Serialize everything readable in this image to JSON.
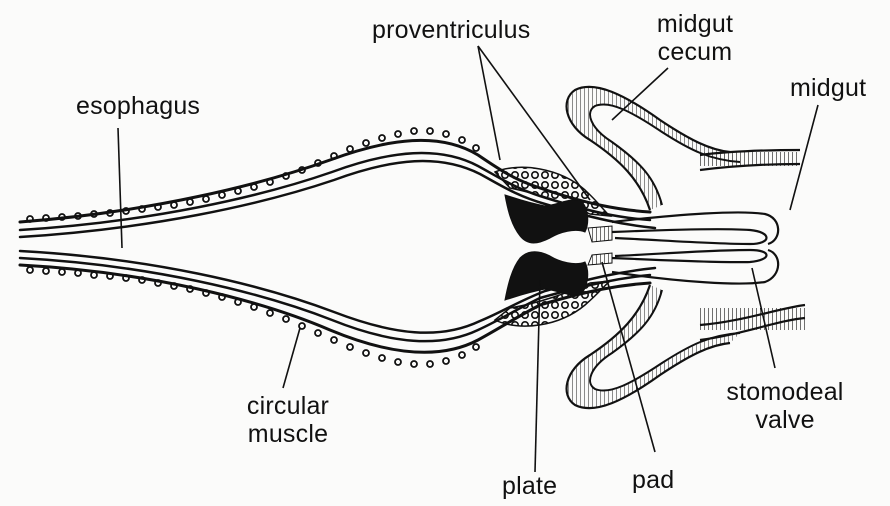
{
  "labels": {
    "esophagus": "esophagus",
    "proventriculus": "proventriculus",
    "midgut_cecum_line1": "midgut",
    "midgut_cecum_line2": "cecum",
    "midgut": "midgut",
    "circular_muscle_line1": "circular",
    "circular_muscle_line2": "muscle",
    "plate": "plate",
    "pad": "pad",
    "stomodeal_valve_line1": "stomodeal",
    "stomodeal_valve_line2": "valve"
  },
  "colors": {
    "ink": "#111111",
    "background": "#fbfbfa"
  }
}
